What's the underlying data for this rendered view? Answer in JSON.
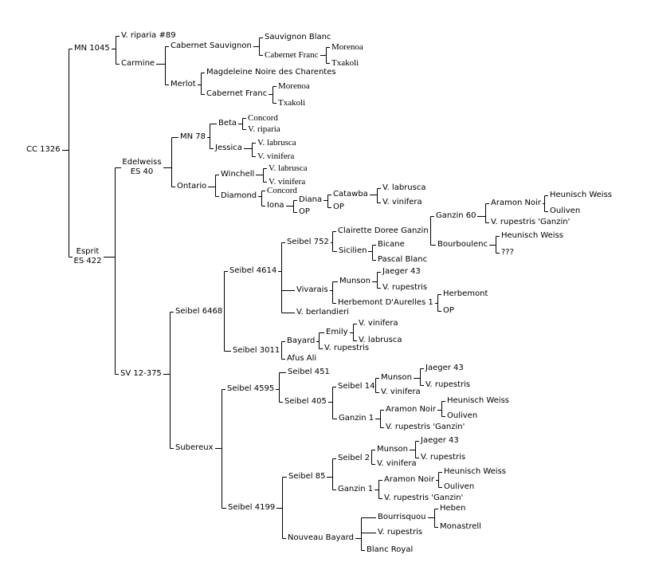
{
  "tree": {
    "text": "CC 1326",
    "children": [
      {
        "text": "MN 1045",
        "children": [
          {
            "text": "V. riparia #89"
          },
          {
            "text": "Carmine",
            "children": [
              {
                "text": "Cabernet Sauvignon",
                "children": [
                  {
                    "text": "Sauvignon Blanc"
                  },
                  {
                    "text": "Cabernet Franc",
                    "children": [
                      {
                        "text": "Morenoa"
                      },
                      {
                        "text": "Txakoli"
                      }
                    ]
                  }
                ]
              },
              {
                "text": "Merlot",
                "children": [
                  {
                    "text": "Magdeleine Noire des Charentes"
                  },
                  {
                    "text": "Cabernet Franc",
                    "children": [
                      {
                        "text": "Morenoa"
                      },
                      {
                        "text": "Txakoli"
                      }
                    ]
                  }
                ]
              }
            ]
          }
        ]
      },
      {
        "text": "Esprit\nES 422",
        "children": [
          {
            "text": "Edelweiss\nES 40",
            "children": [
              {
                "text": "MN 78",
                "children": [
                  {
                    "text": "Beta",
                    "children": [
                      {
                        "text": "Concord"
                      },
                      {
                        "text": "V. riparia"
                      }
                    ]
                  },
                  {
                    "text": "Jessica",
                    "children": [
                      {
                        "text": "V. labrusca"
                      },
                      {
                        "text": "V. vinifera"
                      }
                    ]
                  }
                ]
              },
              {
                "text": "Ontario",
                "children": [
                  {
                    "text": "Winchell",
                    "children": [
                      {
                        "text": "V. labrusca"
                      },
                      {
                        "text": "V. vinifera"
                      }
                    ]
                  },
                  {
                    "text": "Diamond",
                    "children": [
                      {
                        "text": "Concord"
                      },
                      {
                        "text": "Iona",
                        "children": [
                          {
                            "text": "Diana",
                            "children": [
                              {
                                "text": "Catawba",
                                "children": [
                                  {
                                    "text": "V. labrusca"
                                  },
                                  {
                                    "text": "V. vinifera"
                                  }
                                ]
                              },
                              {
                                "text": "OP"
                              }
                            ]
                          },
                          {
                            "text": "OP"
                          }
                        ]
                      }
                    ]
                  }
                ]
              }
            ]
          },
          {
            "text": "SV 12-375",
            "children": [
              {
                "text": "Seibel 6468",
                "children": [
                  {
                    "text": "Seibel 4614",
                    "children": [
                      {
                        "text": "Seibel 752",
                        "children": [
                          {
                            "text": "Clairette Doree Ganzin",
                            "children": [
                              {
                                "text": "Ganzin 60",
                                "children": [
                                  {
                                    "text": "Aramon Noir",
                                    "children": [
                                      {
                                        "text": "Heunisch Weiss"
                                      },
                                      {
                                        "text": "Ouliven"
                                      }
                                    ]
                                  },
                                  {
                                    "text": "V. rupestris 'Ganzin'"
                                  }
                                ]
                              },
                              {
                                "text": "Bourboulenc",
                                "children": [
                                  {
                                    "text": "Heunisch Weiss"
                                  },
                                  {
                                    "text": "???"
                                  }
                                ]
                              }
                            ]
                          },
                          {
                            "text": "Sicilien",
                            "children": [
                              {
                                "text": "Bicane"
                              },
                              {
                                "text": "Pascal Blanc"
                              }
                            ]
                          }
                        ]
                      },
                      {
                        "text": "Vivarais",
                        "children": [
                          {
                            "text": "Munson",
                            "children": [
                              {
                                "text": "Jaeger 43"
                              },
                              {
                                "text": "V. rupestris"
                              }
                            ]
                          },
                          {
                            "text": "Herbemont D'Aurelles 1",
                            "children": [
                              {
                                "text": "Herbemont"
                              },
                              {
                                "text": "OP"
                              }
                            ]
                          }
                        ]
                      },
                      {
                        "text": "V. berlandieri"
                      }
                    ]
                  },
                  {
                    "text": "Seibel 3011",
                    "children": [
                      {
                        "text": "Bayard",
                        "children": [
                          {
                            "text": "Emily",
                            "children": [
                              {
                                "text": "V. vinifera"
                              },
                              {
                                "text": "V. labrusca"
                              }
                            ]
                          },
                          {
                            "text": "V. rupestris"
                          }
                        ]
                      },
                      {
                        "text": "Afus Ali"
                      }
                    ]
                  }
                ]
              },
              {
                "text": "Subereux",
                "children": [
                  {
                    "text": "Seibel 4595",
                    "children": [
                      {
                        "text": "Seibel 451"
                      },
                      {
                        "text": "Seibel 405",
                        "children": [
                          {
                            "text": "Seibel 14",
                            "children": [
                              {
                                "text": "Munson",
                                "children": [
                                  {
                                    "text": "Jaeger 43"
                                  },
                                  {
                                    "text": "V. rupestris"
                                  }
                                ]
                              },
                              {
                                "text": "V. vinifera"
                              }
                            ]
                          },
                          {
                            "text": "Ganzin 1",
                            "children": [
                              {
                                "text": "Aramon Noir",
                                "children": [
                                  {
                                    "text": "Heunisch Weiss"
                                  },
                                  {
                                    "text": "Ouliven"
                                  }
                                ]
                              },
                              {
                                "text": "V. rupestris 'Ganzin'"
                              }
                            ]
                          }
                        ]
                      }
                    ]
                  },
                  {
                    "text": "Seibel 4199",
                    "children": [
                      {
                        "text": "Seibel 85",
                        "children": [
                          {
                            "text": "Seibel 2",
                            "children": [
                              {
                                "text": "Munson",
                                "children": [
                                  {
                                    "text": "Jaeger 43"
                                  },
                                  {
                                    "text": "V. rupestris"
                                  }
                                ]
                              },
                              {
                                "text": "V. vinifera"
                              }
                            ]
                          },
                          {
                            "text": "Ganzin 1",
                            "children": [
                              {
                                "text": "Aramon Noir",
                                "children": [
                                  {
                                    "text": "Heunisch Weiss"
                                  },
                                  {
                                    "text": "Ouliven"
                                  }
                                ]
                              },
                              {
                                "text": "V. rupestris 'Ganzin'"
                              }
                            ]
                          }
                        ]
                      },
                      {
                        "text": "Nouveau Bayard",
                        "children": [
                          {
                            "text": "Bourrisquou",
                            "children": [
                              {
                                "text": "Heben"
                              },
                              {
                                "text": "Monastrell"
                              }
                            ]
                          },
                          {
                            "text": "V. rupestris"
                          },
                          {
                            "text": "Blanc Royal"
                          }
                        ]
                      }
                    ]
                  }
                ]
              }
            ]
          }
        ]
      }
    ]
  }
}
